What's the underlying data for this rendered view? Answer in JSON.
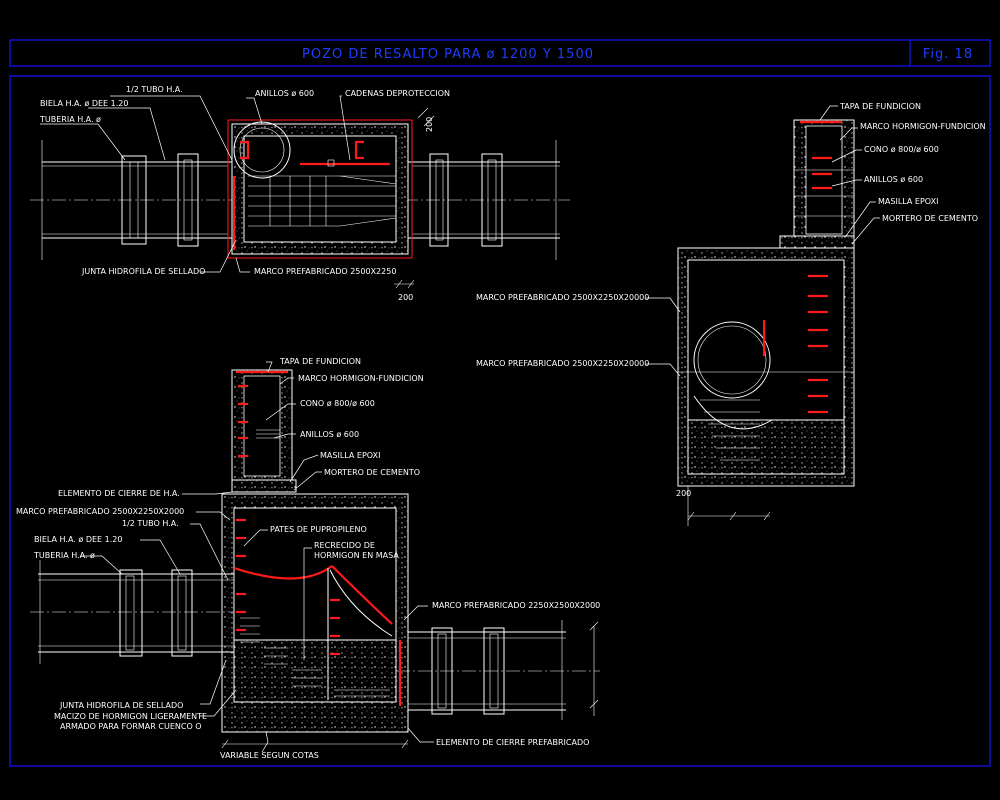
{
  "title": "POZO DE RESALTO PARA ø 1200 Y 1500",
  "figure": "Fig. 18",
  "plan_view": {
    "labels": {
      "half_tube": "1/2 TUBO H.A.",
      "connecting_rod": "BIELA H.A. ø DEE 1.20",
      "pipe": "TUBERIA H.A. ø",
      "rings": "ANILLOS ø 600",
      "chains": "CADENAS DEPROTECCION",
      "seal": "JUNTA HIDROFILA DE SELLADO",
      "frame": "MARCO PREFABRICADO 2500X2250",
      "dim": "200",
      "wall": "200"
    }
  },
  "side_view": {
    "labels": {
      "cover": "TAPA DE FUNDICION",
      "frame_casting": "MARCO HORMIGON-FUNDICION",
      "cone": "CONO ø 800/ø 600",
      "rings": "ANILLOS ø 600",
      "epoxy": "MASILLA EPOXI",
      "mortar": "MORTERO DE CEMENTO",
      "frame_a": "MARCO PREFABRICADO 2500X2250X20000",
      "frame_b": "MARCO PREFABRICADO 2500X2250X20000",
      "dim": "200"
    }
  },
  "section_view": {
    "labels": {
      "cover": "TAPA DE FUNDICION",
      "frame_casting": "MARCO HORMIGON-FUNDICION",
      "cone": "CONO ø 800/ø 600",
      "rings": "ANILLOS ø 600",
      "epoxy": "MASILLA EPOXI",
      "mortar": "MORTERO DE CEMENTO",
      "closing_element": "ELEMENTO DE CIERRE DE H.A.",
      "frame": "MARCO PREFABRICADO 2500X2250X2000",
      "half_tube": "1/2 TUBO H.A.",
      "steps": "PATES DE PUPROPILENO",
      "connecting_rod": "BIELA H.A. ø DEE 1.20",
      "pipe": "TUBERIA H.A. ø",
      "recrecido_1": "RECRECIDO DE",
      "recrecido_2": "HORMIGON EN MASA",
      "frame_out": "MARCO PREFABRICADO 2250X2500X2000",
      "seal": "JUNTA HIDROFILA DE SELLADO",
      "massif_1": "MACIZO DE HORMIGON LIGERAMENTE",
      "massif_2": "ARMADO PARA FORMAR CUENCO O",
      "closing_prefab": "ELEMENTO DE CIERRE PREFABRICADO",
      "variable": "VARIABLE SEGUN COTAS"
    }
  },
  "colors": {
    "background": "#000000",
    "frame": "#1414ff",
    "title": "#1f3cff",
    "lines": "#ffffff",
    "highlight": "#ff1a1a"
  }
}
